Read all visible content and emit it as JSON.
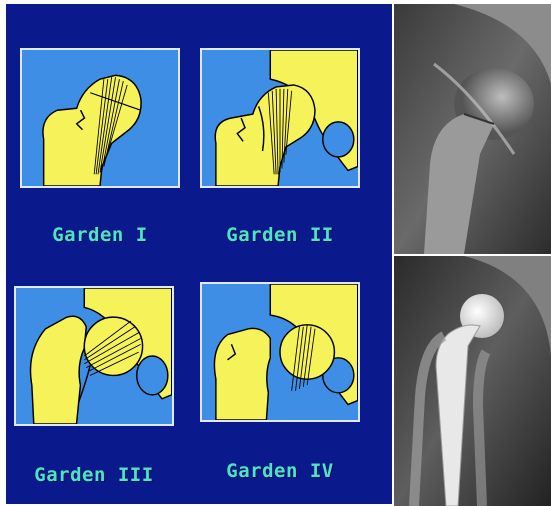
{
  "diagram": {
    "background_color": "#0a1a8c",
    "tile_color": "#3f8ee6",
    "bone_color": "#f5f25a",
    "caption_color": "#4fe3c4",
    "stages": [
      {
        "label": "Garden I"
      },
      {
        "label": "Garden II"
      },
      {
        "label": "Garden III"
      },
      {
        "label": "Garden IV"
      }
    ]
  },
  "xrays": [
    {
      "icon": "hip-fracture-xray"
    },
    {
      "icon": "hip-prosthesis-xray"
    }
  ]
}
